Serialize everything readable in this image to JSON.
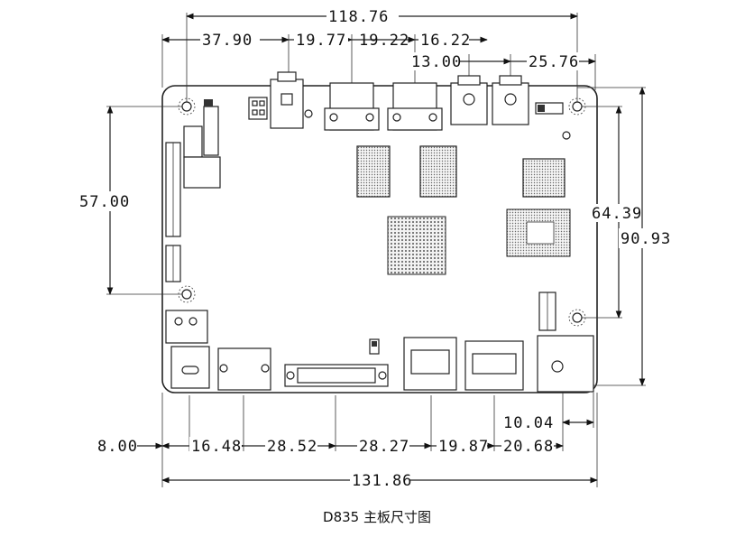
{
  "caption": "D835 主板尺寸图",
  "dimensions": {
    "top_overall": "118.76",
    "left_hole_top": "37.90",
    "top_c1": "19.77",
    "top_c2": "19.22",
    "top_c3": "16.22",
    "top_c4": "13.00",
    "top_c5": "25.76",
    "left_vertical": "57.00",
    "right_vertical_1": "64.39",
    "right_vertical_2": "90.93",
    "bottom_right_small": "10.04",
    "bottom_b0": "8.00",
    "bottom_b1": "16.48",
    "bottom_b2": "28.52",
    "bottom_b3": "28.27",
    "bottom_b4": "19.87",
    "bottom_b5": "20.68",
    "bottom_overall": "131.86"
  }
}
